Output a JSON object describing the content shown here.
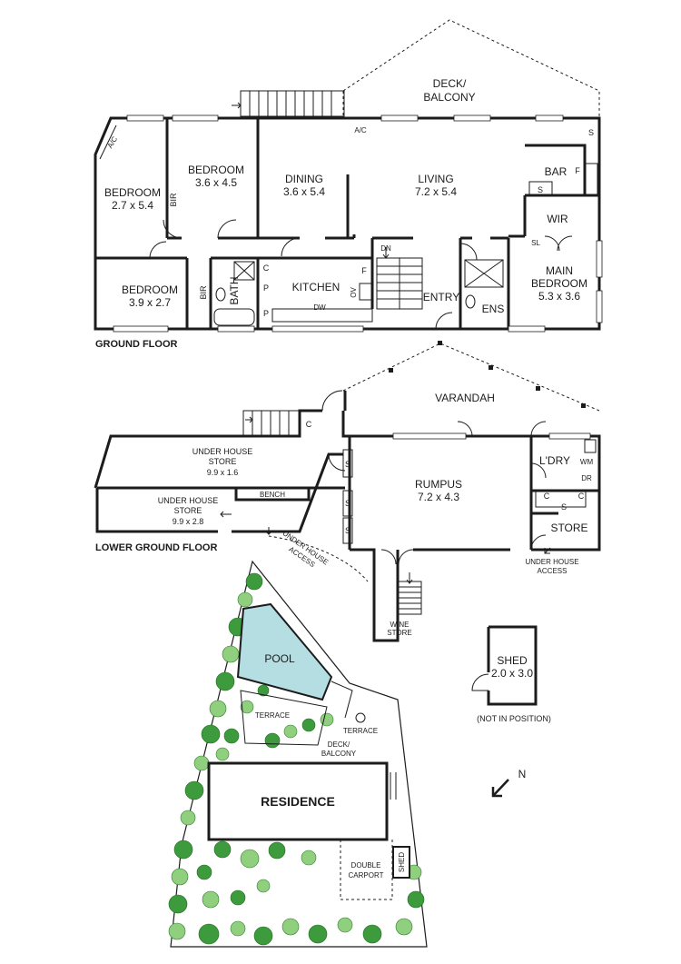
{
  "floors": {
    "ground": {
      "heading": "GROUND FLOOR",
      "rooms": {
        "deck_balcony": [
          "DECK/",
          "BALCONY"
        ],
        "bedroom_1": {
          "name": "BEDROOM",
          "size": "2.7 x 5.4"
        },
        "bedroom_2": {
          "name": "BEDROOM",
          "size": "3.6 x 4.5"
        },
        "bedroom_3": {
          "name": "BEDROOM",
          "size": "3.9 x 2.7"
        },
        "dining": {
          "name": "DINING",
          "size": "3.6 x 5.4"
        },
        "living": {
          "name": "LIVING",
          "size": "7.2 x 5.4"
        },
        "kitchen": "KITCHEN",
        "bar": "BAR",
        "wir": "WIR",
        "main_bedroom": {
          "name": [
            "MAIN",
            "BEDROOM"
          ],
          "size": "5.3 x 3.6"
        },
        "entry": "ENTRY",
        "ens": "ENS",
        "bath": "BATH",
        "bir_1": "BIR",
        "bir_2": "BIR"
      },
      "fixtures": {
        "ac_1": "A/C",
        "ac_2": "A/C",
        "dn": "DN",
        "dw": "DW",
        "ov": "OV",
        "f_1": "F",
        "f_2": "F",
        "c": "C",
        "p_1": "P",
        "p_2": "P",
        "s_1": "S",
        "s_2": "S",
        "sl": "SL"
      }
    },
    "lower": {
      "heading": "LOWER GROUND FLOOR",
      "rooms": {
        "varandah": "VARANDAH",
        "store_1": {
          "name": [
            "UNDER HOUSE",
            "STORE"
          ],
          "size": "9.9 x 1.6"
        },
        "store_2": {
          "name": [
            "UNDER HOUSE",
            "STORE"
          ],
          "size": "9.9 x 2.8"
        },
        "bench": "BENCH",
        "rumpus": {
          "name": "RUMPUS",
          "size": "7.2 x 4.3"
        },
        "ldry": "L'DRY",
        "store": "STORE",
        "wine_store": [
          "WINE",
          "STORE"
        ]
      },
      "fixtures": {
        "c_1": "C",
        "c_2": "C",
        "c_3": "C",
        "s_1": "S",
        "s_2": "S",
        "s_3": "S",
        "s_4": "S",
        "wm": "WM",
        "dr": "DR"
      },
      "access": {
        "under_house_1": [
          "UNDER HOUSE",
          "ACCESS"
        ],
        "under_house_2": [
          "UNDER HOUSE",
          "ACCESS"
        ]
      }
    }
  },
  "shed": {
    "name": "SHED",
    "size": "2.0 x 3.0",
    "note": "(NOT IN POSITION)"
  },
  "site": {
    "pool": "POOL",
    "terrace_1": "TERRACE",
    "terrace_2": "TERRACE",
    "deck_balcony": [
      "DECK/",
      "BALCONY"
    ],
    "residence": "RESIDENCE",
    "double_carport": [
      "DOUBLE",
      "CARPORT"
    ],
    "shed": "SHED"
  },
  "compass": {
    "label": "N",
    "icon": "north-arrow-icon"
  },
  "colors": {
    "wall": "#1c1c1c",
    "pool": "#b5dee3",
    "tree_dark": "#3d9a3d",
    "tree_light": "#8fcf7e"
  }
}
